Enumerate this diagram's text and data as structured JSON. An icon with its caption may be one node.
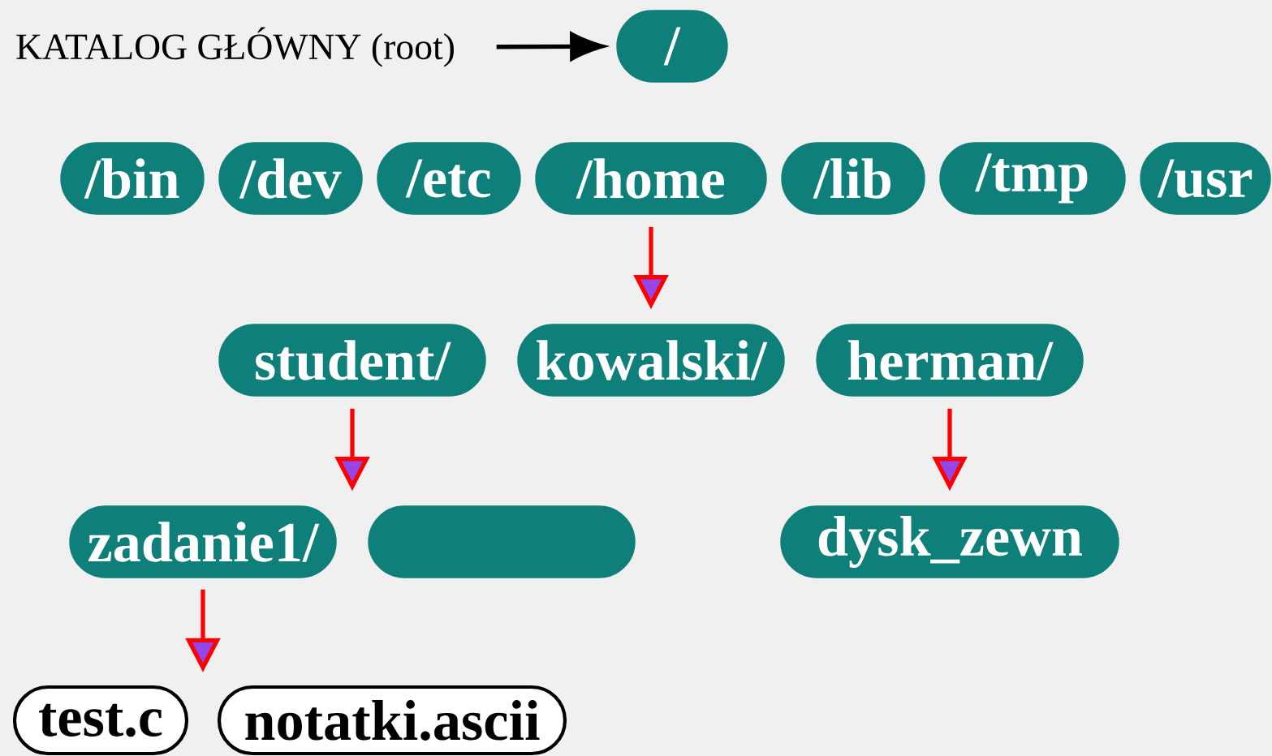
{
  "diagram": {
    "nodes": [
      {
        "text": [
          "KATALOG GŁÓWNY (root)"
        ]
      },
      {
        "text": [
          "/"
        ]
      },
      {
        "text": [
          "/bin"
        ]
      },
      {
        "text": [
          "/dev"
        ]
      },
      {
        "text": [
          "/etc"
        ]
      },
      {
        "text": [
          "/home"
        ]
      },
      {
        "text": [
          "/lib"
        ]
      },
      {
        "text": [
          "/tmp"
        ]
      },
      {
        "text": [
          "/usr"
        ]
      },
      {
        "text": [
          "student/"
        ]
      },
      {
        "text": [
          "kowalski/"
        ]
      },
      {
        "text": [
          "herman/"
        ]
      },
      {
        "text": [
          "zadanie1/"
        ]
      },
      {
        "text": [],
        "shape": "box"
      },
      {
        "text": [
          "dysk_zewn"
        ]
      },
      {
        "text": [
          "test.c"
        ]
      },
      {
        "text": [
          "notatki.ascii"
        ]
      }
    ],
    "edges": [
      {
        "from": 0,
        "to": 1,
        "arrow": "to",
        "color": "#000000"
      },
      {
        "from": 5,
        "to": 10,
        "arrow": "to"
      },
      {
        "from": 9,
        "to": 12,
        "arrow": "to"
      },
      {
        "from": 11,
        "to": 14,
        "arrow": "to"
      },
      {
        "from": 12,
        "to": 15,
        "arrow": "to"
      }
    ]
  }
}
